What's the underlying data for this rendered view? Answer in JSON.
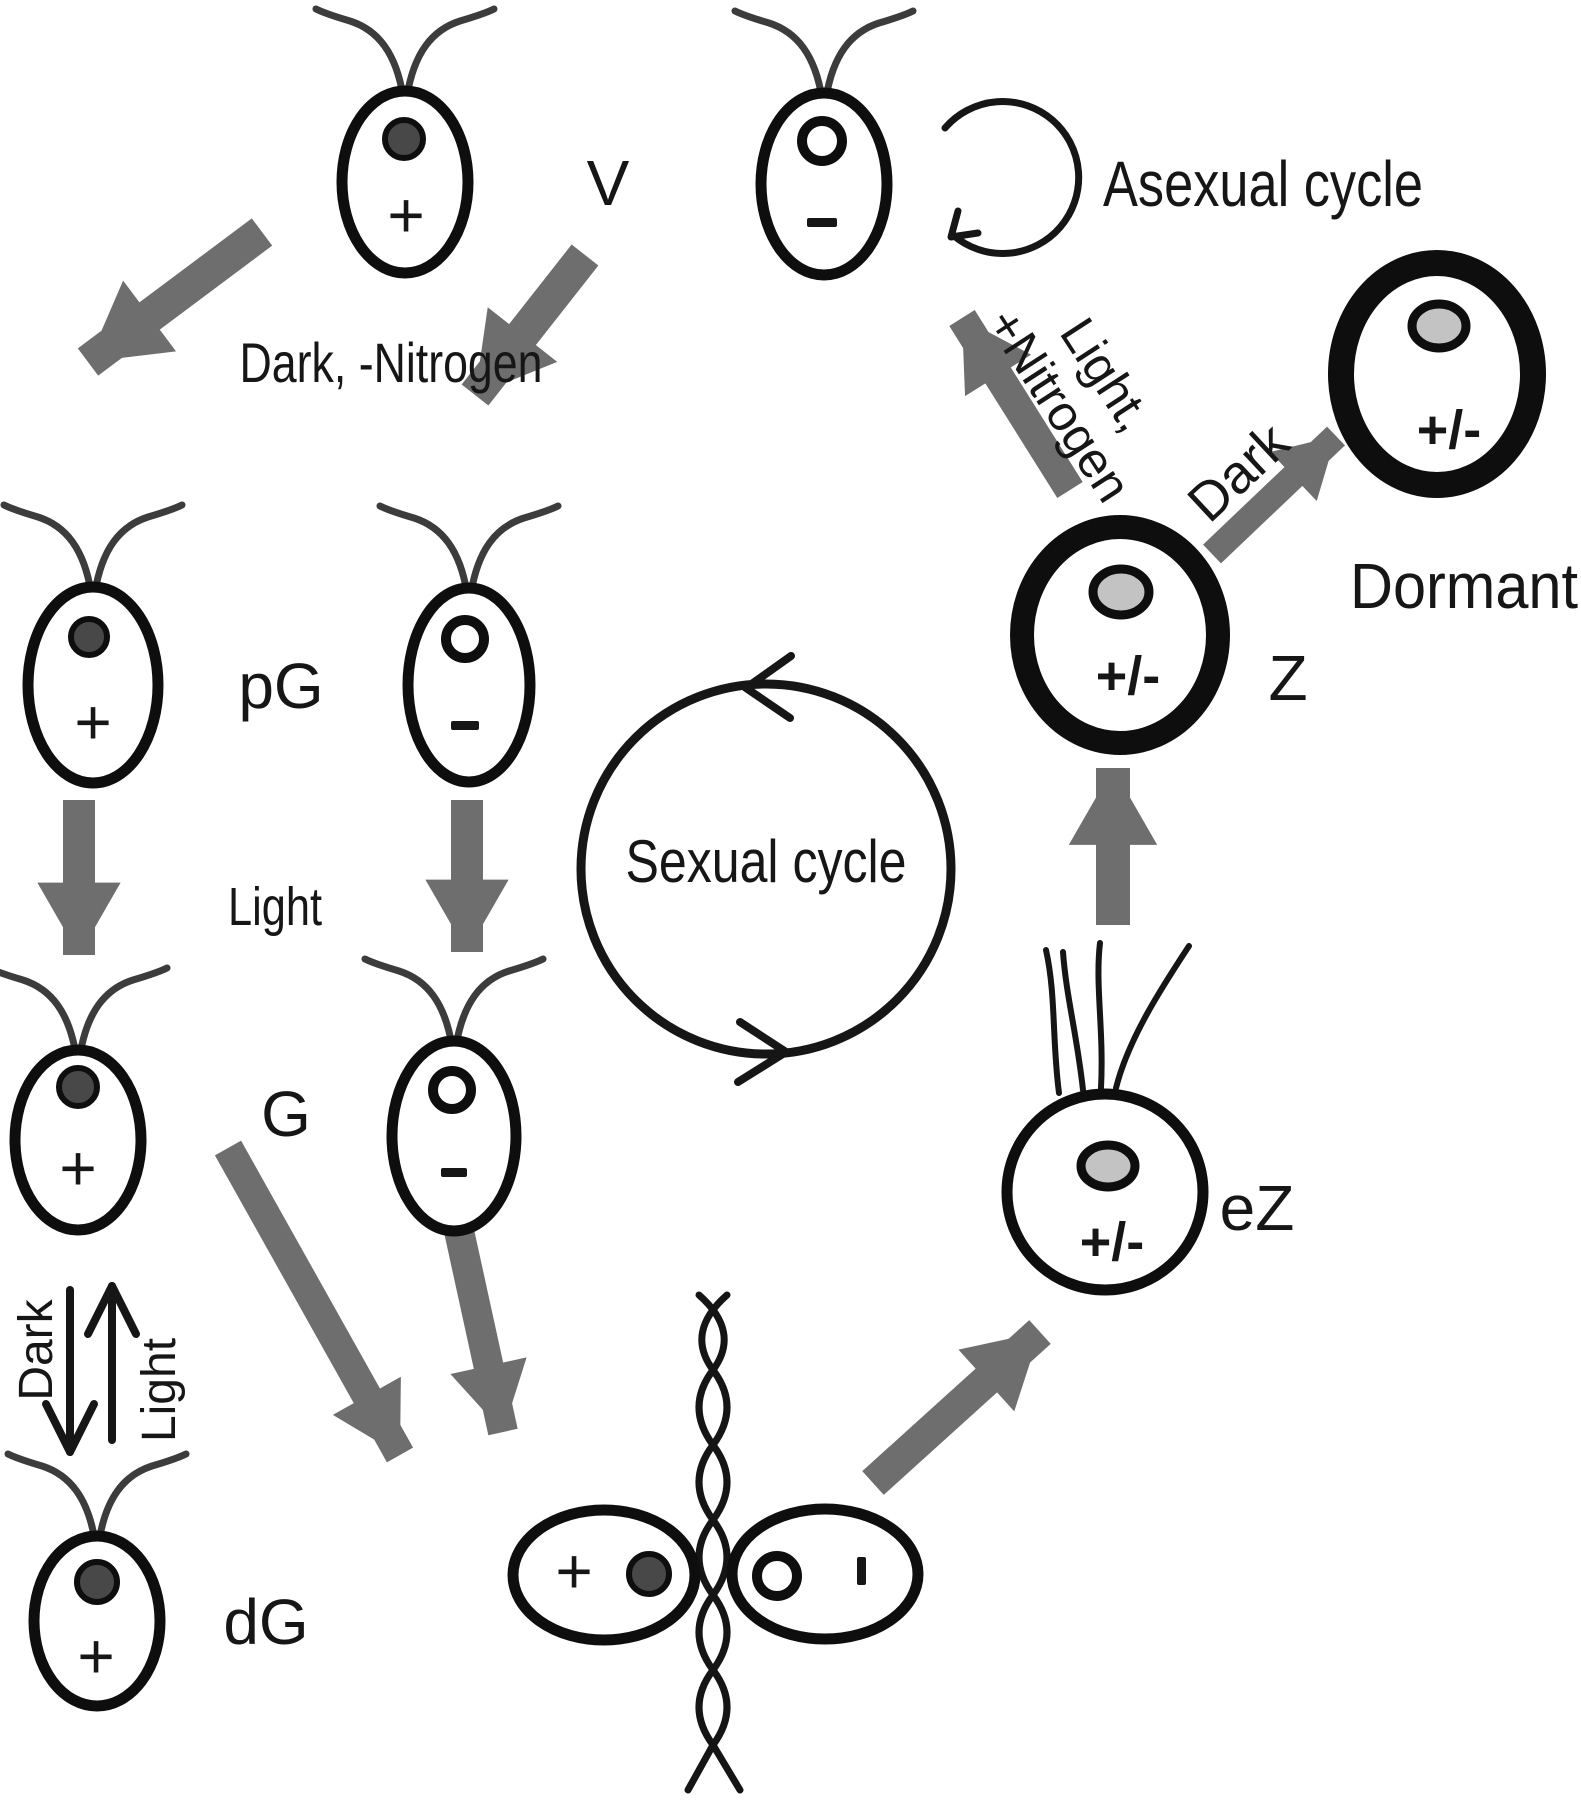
{
  "figure": {
    "type": "life-cycle-diagram",
    "background": "#ffffff"
  },
  "labels": {
    "v": "V",
    "pg": "pG",
    "g": "G",
    "dg": "dG",
    "z": "Z",
    "ez": "eZ",
    "dormant": "Dormant",
    "asexual_cycle": "Asexual cycle",
    "sexual_cycle": "Sexual cycle",
    "dark_minus_nitrogen": "Dark, -Nitrogen",
    "light": "Light",
    "dark_vertical": "Dark",
    "light_vertical": "Light",
    "light_plus_nitrogen_line1": "Light,",
    "light_plus_nitrogen_line2": "+Nitrogen",
    "dark_to_dormant": "Dark"
  },
  "signs": {
    "plus": "+",
    "minus": "-",
    "plus_minus": "+/-"
  },
  "colors": {
    "background": "#ffffff",
    "cell_outline": "#0e0e0e",
    "arrow_gray": "#6e6e6e",
    "dark_nucleus": "#484848",
    "light_gray_nucleus": "#c3c3c3",
    "flagella": "#3c3c3c",
    "text": "#161616"
  },
  "stages": [
    {
      "id": "V",
      "label": "V",
      "cells": [
        "+",
        "-"
      ],
      "wall": "thin",
      "flagella": 2
    },
    {
      "id": "pG",
      "label": "pG",
      "cells": [
        "+",
        "-"
      ],
      "wall": "thin",
      "flagella": 2
    },
    {
      "id": "G",
      "label": "G",
      "cells": [
        "+",
        "-"
      ],
      "wall": "thin",
      "flagella": 2
    },
    {
      "id": "dG",
      "label": "dG",
      "cells": [
        "+"
      ],
      "wall": "thin",
      "flagella": 2
    },
    {
      "id": "mating-pair",
      "label": "",
      "cells": [
        "+",
        "-"
      ],
      "wall": "thin",
      "flagella": 0
    },
    {
      "id": "eZ",
      "label": "eZ",
      "cells": [
        "+/-"
      ],
      "wall": "thin",
      "flagella": 4
    },
    {
      "id": "Z",
      "label": "Z",
      "cells": [
        "+/-"
      ],
      "wall": "thick",
      "flagella": 0
    },
    {
      "id": "Dormant",
      "label": "Dormant",
      "cells": [
        "+/-"
      ],
      "wall": "thick",
      "flagella": 0
    }
  ],
  "transitions": [
    {
      "from": "V",
      "to": "pG",
      "label": "Dark, -Nitrogen"
    },
    {
      "from": "pG",
      "to": "G",
      "label": "Light"
    },
    {
      "from": "G",
      "to": "dG",
      "label": "Dark"
    },
    {
      "from": "dG",
      "to": "G",
      "label": "Light"
    },
    {
      "from": "G",
      "to": "mating-pair",
      "label": ""
    },
    {
      "from": "mating-pair",
      "to": "eZ",
      "label": ""
    },
    {
      "from": "eZ",
      "to": "Z",
      "label": ""
    },
    {
      "from": "Z",
      "to": "V",
      "label": "Light, +Nitrogen"
    },
    {
      "from": "Z",
      "to": "Dormant",
      "label": "Dark"
    }
  ]
}
